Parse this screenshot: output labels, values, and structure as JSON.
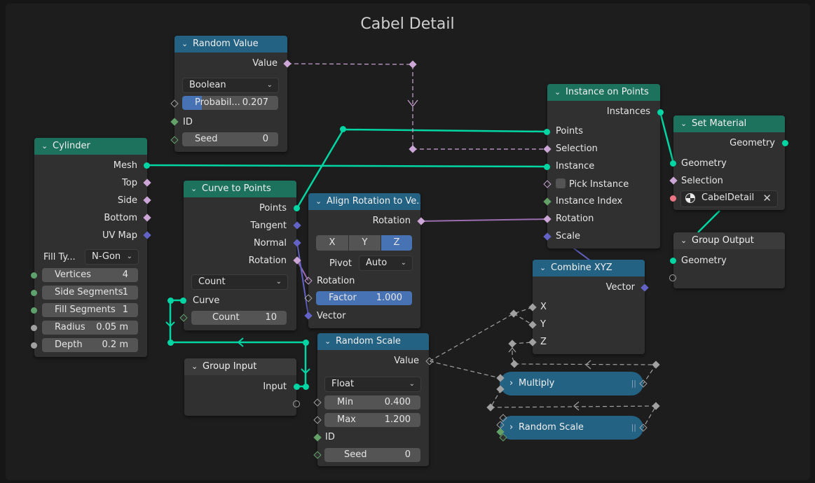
{
  "frame": {
    "title": "Cabel Detail"
  },
  "colors": {
    "geometry_node": "#1d725e",
    "function_node": "#246283",
    "geometry_socket": "#00d6a3",
    "vector_socket": "#6363c7",
    "rotation_socket": "#cca6d6",
    "field_highlight": "#4772b3"
  },
  "random_value": {
    "title": "Random Value",
    "output_value": "Value",
    "type": "Boolean",
    "probability_label": "Probabil...",
    "probability_value": "0.207",
    "probability_fraction": 0.207,
    "id_label": "ID",
    "seed_label": "Seed",
    "seed_value": "0"
  },
  "cylinder": {
    "title": "Cylinder",
    "outputs": [
      "Mesh",
      "Top",
      "Side",
      "Bottom",
      "UV Map"
    ],
    "fill_type_label": "Fill Ty...",
    "fill_type_value": "N-Gon",
    "fields": [
      {
        "label": "Vertices",
        "value": "4"
      },
      {
        "label": "Side Segments",
        "value": "1"
      },
      {
        "label": "Fill Segments",
        "value": "1"
      },
      {
        "label": "Radius",
        "value": "0.05 m"
      },
      {
        "label": "Depth",
        "value": "0.2 m"
      }
    ]
  },
  "curve_to_points": {
    "title": "Curve to Points",
    "outputs": [
      "Points",
      "Tangent",
      "Normal",
      "Rotation"
    ],
    "mode": "Count",
    "input_curve": "Curve",
    "count_label": "Count",
    "count_value": "10"
  },
  "align_rotation": {
    "title": "Align Rotation to Ve...",
    "output": "Rotation",
    "axes": [
      "X",
      "Y",
      "Z"
    ],
    "active_axis": "Z",
    "pivot_label": "Pivot",
    "pivot_value": "Auto",
    "input_rotation": "Rotation",
    "factor_label": "Factor",
    "factor_value": "1.000",
    "input_vector": "Vector"
  },
  "instance_on_points": {
    "title": "Instance on Points",
    "output": "Instances",
    "inputs": [
      "Points",
      "Selection",
      "Instance",
      "Pick Instance",
      "Instance Index",
      "Rotation",
      "Scale"
    ]
  },
  "set_material": {
    "title": "Set Material",
    "output": "Geometry",
    "inputs": [
      "Geometry",
      "Selection"
    ],
    "material": "CabelDetail",
    "clear_icon": "close-icon"
  },
  "group_output": {
    "title": "Group Output",
    "input": "Geometry"
  },
  "combine_xyz": {
    "title": "Combine XYZ",
    "output": "Vector",
    "inputs": [
      "X",
      "Y",
      "Z"
    ]
  },
  "group_input": {
    "title": "Group Input",
    "output": "Input"
  },
  "random_scale": {
    "title": "Random Scale",
    "output": "Value",
    "type": "Float",
    "min_label": "Min",
    "min_value": "0.400",
    "max_label": "Max",
    "max_value": "1.200",
    "id_label": "ID",
    "seed_label": "Seed",
    "seed_value": "0"
  },
  "collapsed_groups": [
    {
      "title": "Multiply"
    },
    {
      "title": "Random Scale"
    }
  ]
}
